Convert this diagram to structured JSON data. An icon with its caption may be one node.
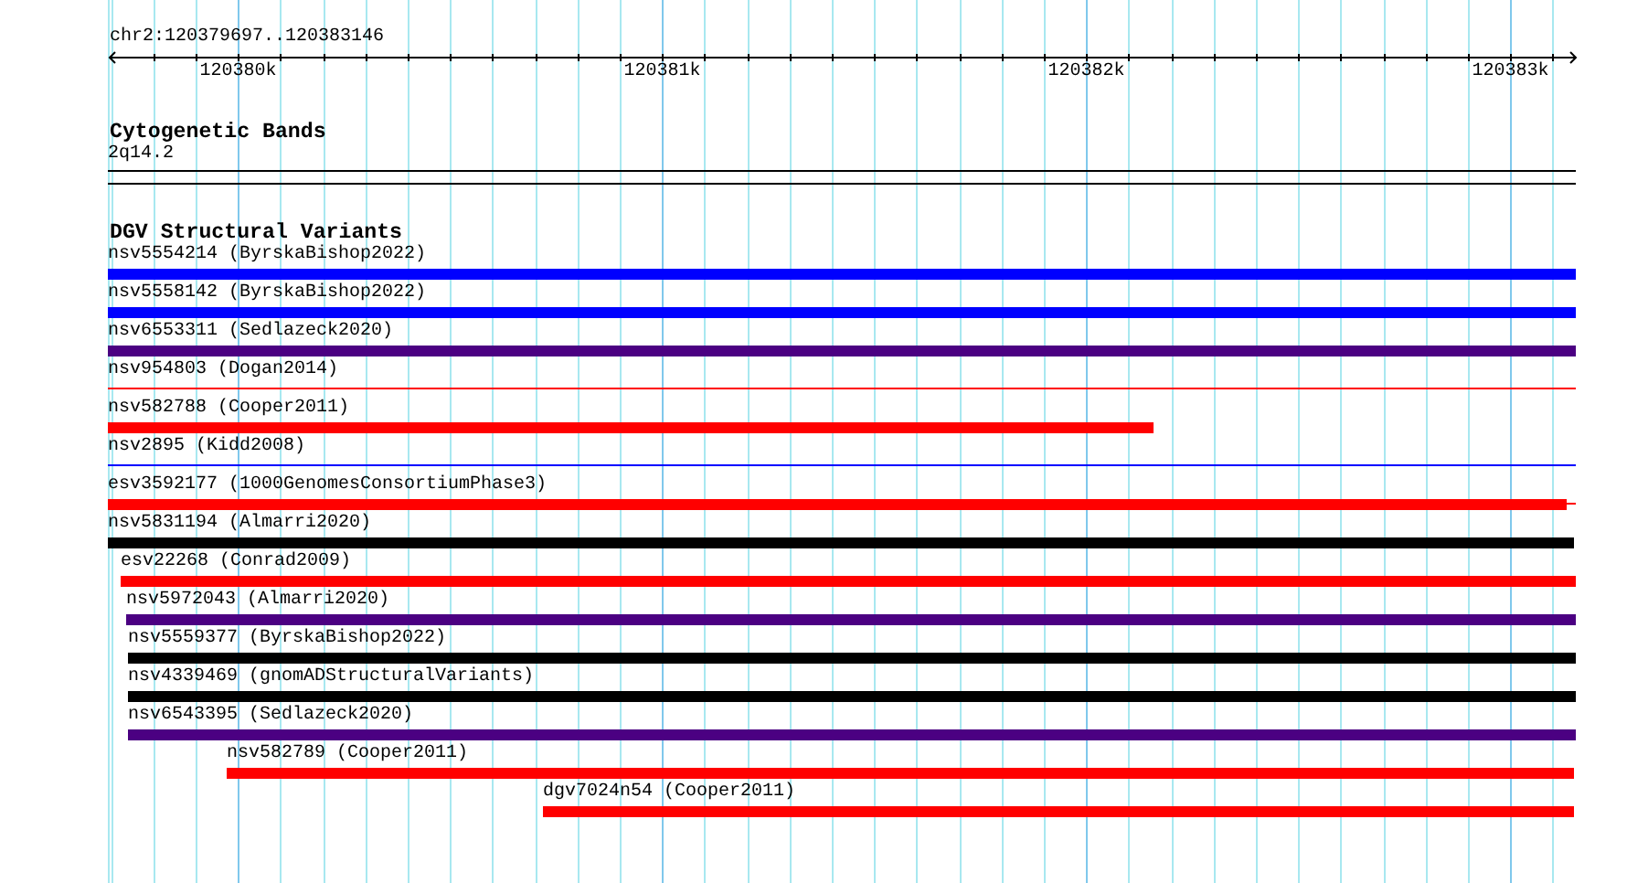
{
  "diagram": {
    "nodes": [
      {
        "text": [
          "2q14.2"
        ]
      },
      {
        "text": [
          "nsv5554214 (ByrskaBishop2022)"
        ]
      },
      {
        "text": [
          "nsv5558142 (ByrskaBishop2022)"
        ]
      },
      {
        "text": [
          "nsv6553311 (Sedlazeck2020)"
        ]
      },
      {
        "text": [
          "nsv954803 (Dogan2014)"
        ]
      },
      {
        "text": [
          "nsv582788 (Cooper2011)"
        ]
      },
      {
        "text": [
          "nsv2895 (Kidd2008)"
        ]
      },
      {
        "text": [
          "esv3592177 (1000GenomesConsortiumPhase3)"
        ]
      },
      {
        "text": [
          "nsv5831194 (Almarri2020)"
        ]
      },
      {
        "text": [
          "esv22268 (Conrad2009)"
        ]
      },
      {
        "text": [
          "nsv5972043 (Almarri2020)"
        ]
      },
      {
        "text": [
          "nsv5559377 (ByrskaBishop2022)"
        ]
      },
      {
        "text": [
          "nsv4339469 (gnomADStructuralVariants)"
        ]
      },
      {
        "text": [
          "nsv6543395 (Sedlazeck2020)"
        ]
      },
      {
        "text": [
          "nsv582789 (Cooper2011)"
        ]
      },
      {
        "text": [
          "dgv7024n54 (Cooper2011)"
        ]
      }
    ],
    "labels": [
      "chr2:120379697..120383146",
      "120380k",
      "120381k",
      "120382k",
      "120383k",
      "Cytogenetic Bands",
      "DGV Structural Variants"
    ]
  }
}
